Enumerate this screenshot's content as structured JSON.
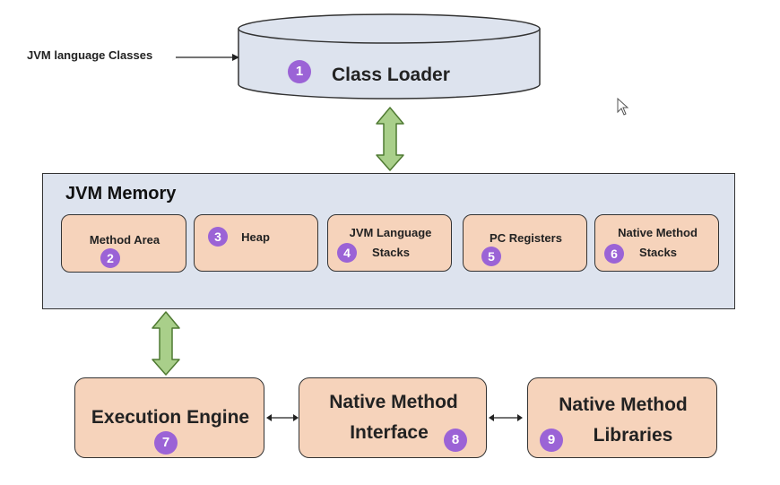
{
  "input_label": "JVM language Classes",
  "class_loader": {
    "label": "Class Loader",
    "badge": "1"
  },
  "memory": {
    "title": "JVM Memory",
    "boxes": [
      {
        "line1": "Method Area",
        "line2": "",
        "badge": "2"
      },
      {
        "line1": "Heap",
        "line2": "",
        "badge": "3"
      },
      {
        "line1": "JVM Language",
        "line2": "Stacks",
        "badge": "4"
      },
      {
        "line1": "PC Registers",
        "line2": "",
        "badge": "5"
      },
      {
        "line1": "Native Method",
        "line2": "Stacks",
        "badge": "6"
      }
    ]
  },
  "execution_engine": {
    "label": "Execution Engine",
    "badge": "7"
  },
  "native_interface": {
    "line1": "Native Method",
    "line2": "Interface",
    "badge": "8"
  },
  "native_libraries": {
    "line1": "Native Method",
    "line2": "Libraries",
    "badge": "9"
  },
  "colors": {
    "box_fill": "#f6d3bb",
    "memory_fill": "#dde3ee",
    "loader_fill": "#dde3ee",
    "badge": "#9b63d6",
    "arrow_fill": "#a9cf8a",
    "arrow_stroke": "#4f7a32"
  }
}
